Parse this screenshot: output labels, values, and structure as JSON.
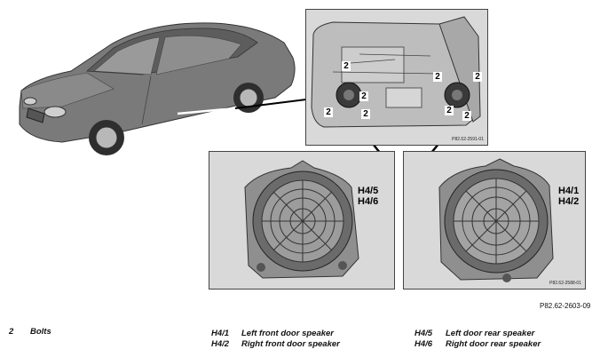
{
  "door_panel": {
    "callouts": [
      "2",
      "2",
      "2",
      "2",
      "2",
      "2",
      "2",
      "2"
    ],
    "ref": "P82.62-2591-01"
  },
  "left_speaker": {
    "callouts": [
      "H4/5",
      "H4/6"
    ]
  },
  "right_speaker": {
    "callouts": [
      "H4/1",
      "H4/2"
    ],
    "ref": "P82.62-2588-01"
  },
  "figure_ref": "P82.62-2603-09",
  "legend": [
    {
      "code": "2",
      "label": "Bolts"
    },
    {
      "code": "H4/1",
      "label": "Left front door speaker"
    },
    {
      "code": "H4/2",
      "label": "Right front door speaker"
    },
    {
      "code": "H4/5",
      "label": "Left door rear speaker"
    },
    {
      "code": "H4/6",
      "label": "Right door rear speaker"
    }
  ],
  "colors": {
    "car_body": "#7a7a7a",
    "panel_bg": "#d9d9d9",
    "speaker_dark": "#3a3a3a"
  }
}
